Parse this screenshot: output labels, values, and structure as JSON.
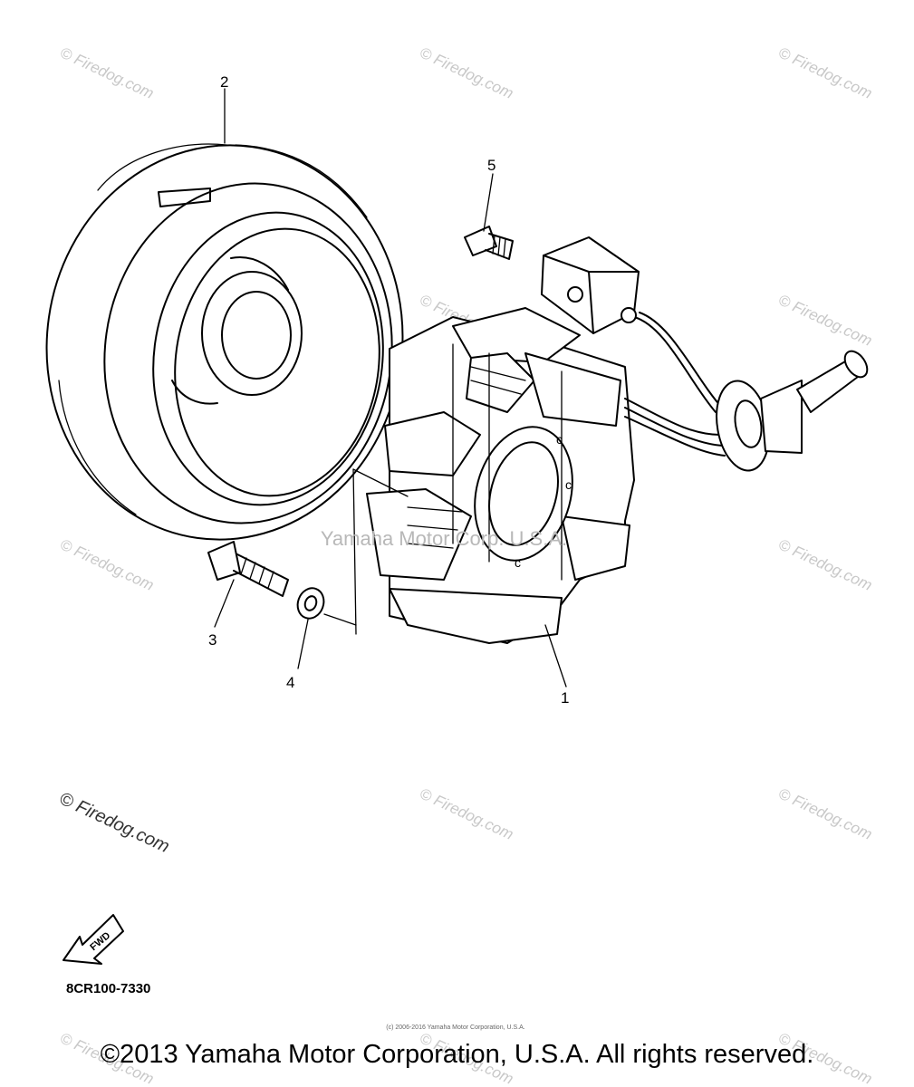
{
  "diagram": {
    "callouts": [
      "1",
      "2",
      "3",
      "4",
      "5"
    ],
    "center_watermark": "Yamaha Motor Corp. U.S.A.",
    "watermark": "Firedog.com",
    "watermark_symbol": "©",
    "corner_watermark": "© Firedog.com",
    "fwd_label": "FWD",
    "part_code": "8CR100-7330",
    "small_copyright": "(c) 2006-2016 Yamaha Motor Corporation, U.S.A.",
    "copyright": "©2013 Yamaha Motor Corporation, U.S.A. All rights reserved."
  }
}
